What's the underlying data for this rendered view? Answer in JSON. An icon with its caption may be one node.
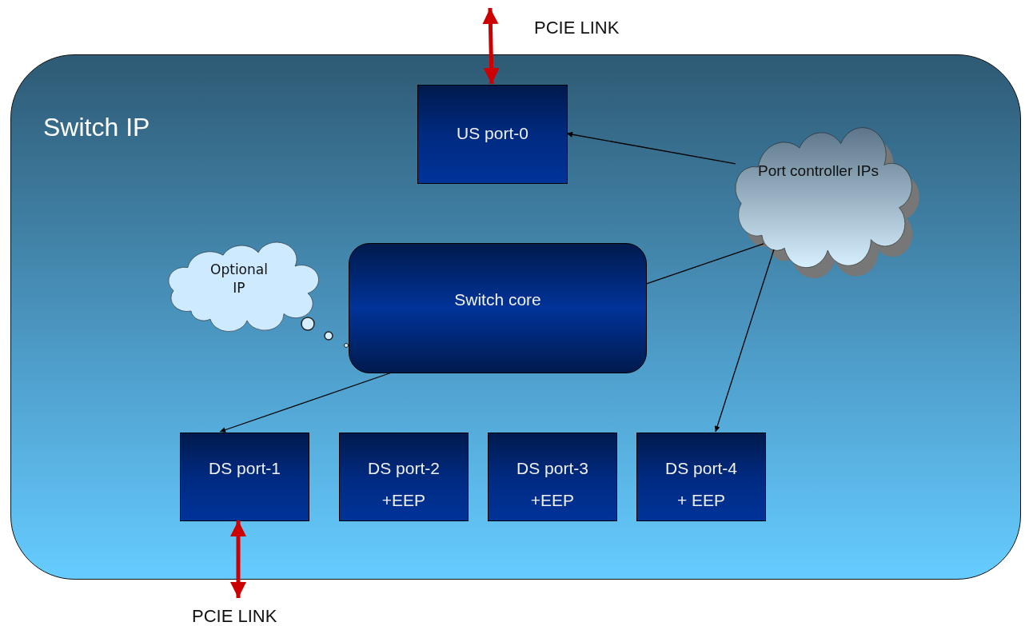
{
  "diagram": {
    "nodes": [
      {
        "text": [
          "Switch IP"
        ]
      },
      {
        "text": [
          "US port-0"
        ],
        "in": 0
      },
      {
        "text": [
          "Port controller IPs"
        ],
        "in": 0
      },
      {
        "text": [
          "Optional IP"
        ],
        "in": 0
      },
      {
        "text": [
          "Switch core"
        ],
        "in": 0
      },
      {
        "text": [
          "DS port-1"
        ],
        "in": 0
      },
      {
        "text": [
          "DS port-2",
          "+EEP"
        ],
        "in": 0
      },
      {
        "text": [
          "DS port-3",
          "+EEP"
        ],
        "in": 0
      },
      {
        "text": [
          "DS port-4",
          "+ EEP"
        ],
        "in": 0
      }
    ],
    "edges": [
      {
        "from": null,
        "to": 1,
        "arrow": "both",
        "label": "PCIE LINK",
        "style": "thick",
        "color": "#cc0000"
      },
      {
        "from": 2,
        "to": 1,
        "arrow": "to"
      },
      {
        "from": 2,
        "to": 4,
        "arrow": "none"
      },
      {
        "from": 2,
        "to": 8,
        "arrow": "to"
      },
      {
        "from": 4,
        "to": 5,
        "arrow": "to"
      },
      {
        "from": 5,
        "to": null,
        "arrow": "both",
        "label": "PCIE LINK",
        "style": "thick",
        "color": "#cc0000"
      }
    ]
  }
}
